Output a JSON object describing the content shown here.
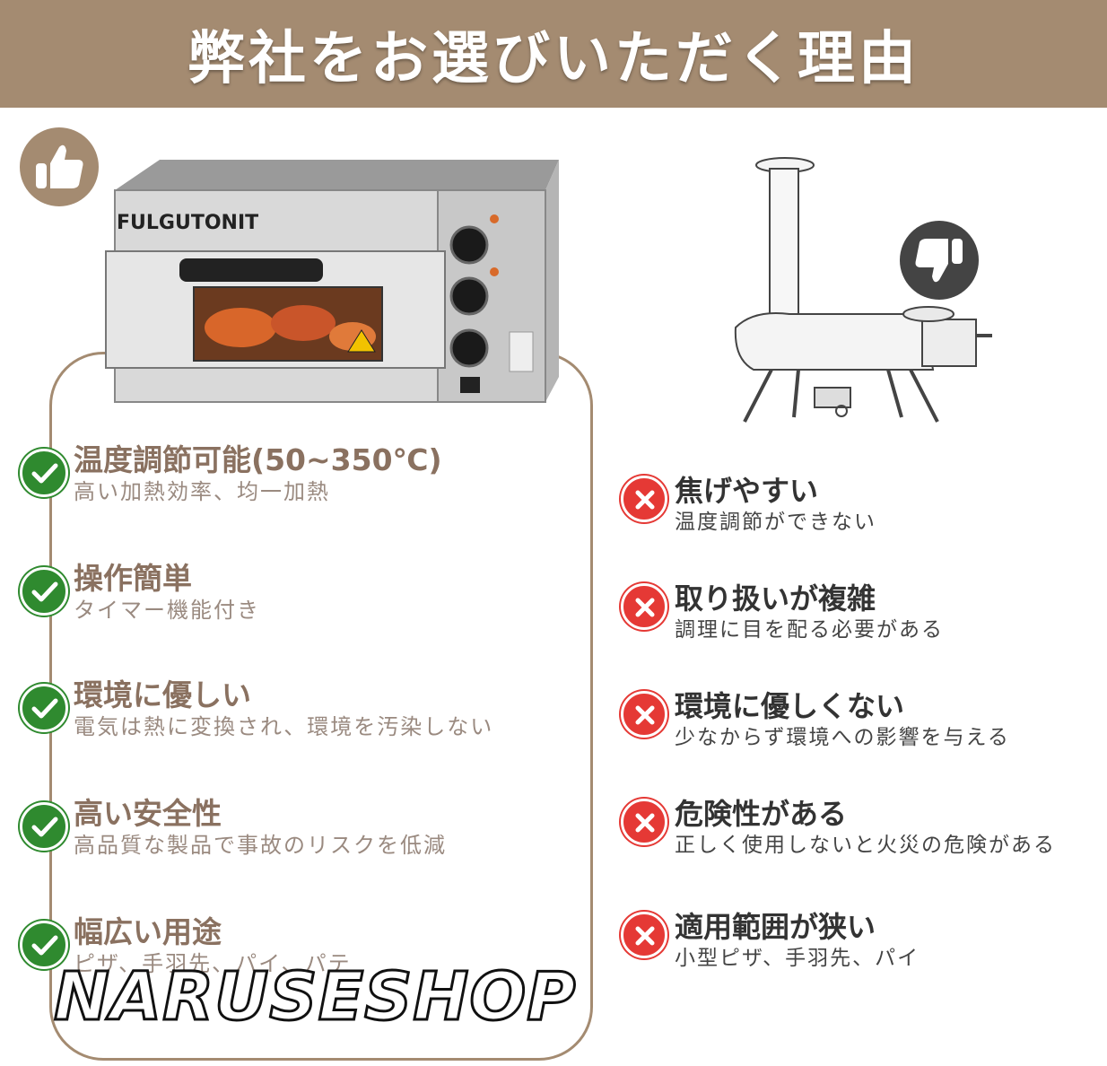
{
  "header": {
    "title": "弊社をお選びいただく理由"
  },
  "product": {
    "brand": "FULGUTONIT"
  },
  "colors": {
    "banner": "#a48b71",
    "good": "#2f8a2f",
    "bad": "#e53935",
    "good_text": "#8a7160"
  },
  "icons": {
    "good_badge": "thumbs-up-icon",
    "bad_badge": "thumbs-down-icon",
    "good_mark": "check-icon",
    "bad_mark": "x-icon"
  },
  "advantages": [
    {
      "title": "温度調節可能(50~350℃)",
      "desc": "高い加熱効率、均一加熱"
    },
    {
      "title": "操作簡単",
      "desc": "タイマー機能付き"
    },
    {
      "title": "環境に優しい",
      "desc": "電気は熱に変換され、環境を汚染しない"
    },
    {
      "title": "高い安全性",
      "desc": "高品質な製品で事故のリスクを低減"
    },
    {
      "title": "幅広い用途",
      "desc": "ピザ、手羽先、パイ、パテ"
    }
  ],
  "disadvantages": [
    {
      "title": "焦げやすい",
      "desc": "温度調節ができない"
    },
    {
      "title": "取り扱いが複雑",
      "desc": "調理に目を配る必要がある"
    },
    {
      "title": "環境に優しくない",
      "desc": "少なからず環境への影響を与える"
    },
    {
      "title": "危険性がある",
      "desc": "正しく使用しないと火災の危険がある"
    },
    {
      "title": "適用範囲が狭い",
      "desc": "小型ピザ、手羽先、パイ"
    }
  ],
  "watermark": "NARUSESHOP"
}
